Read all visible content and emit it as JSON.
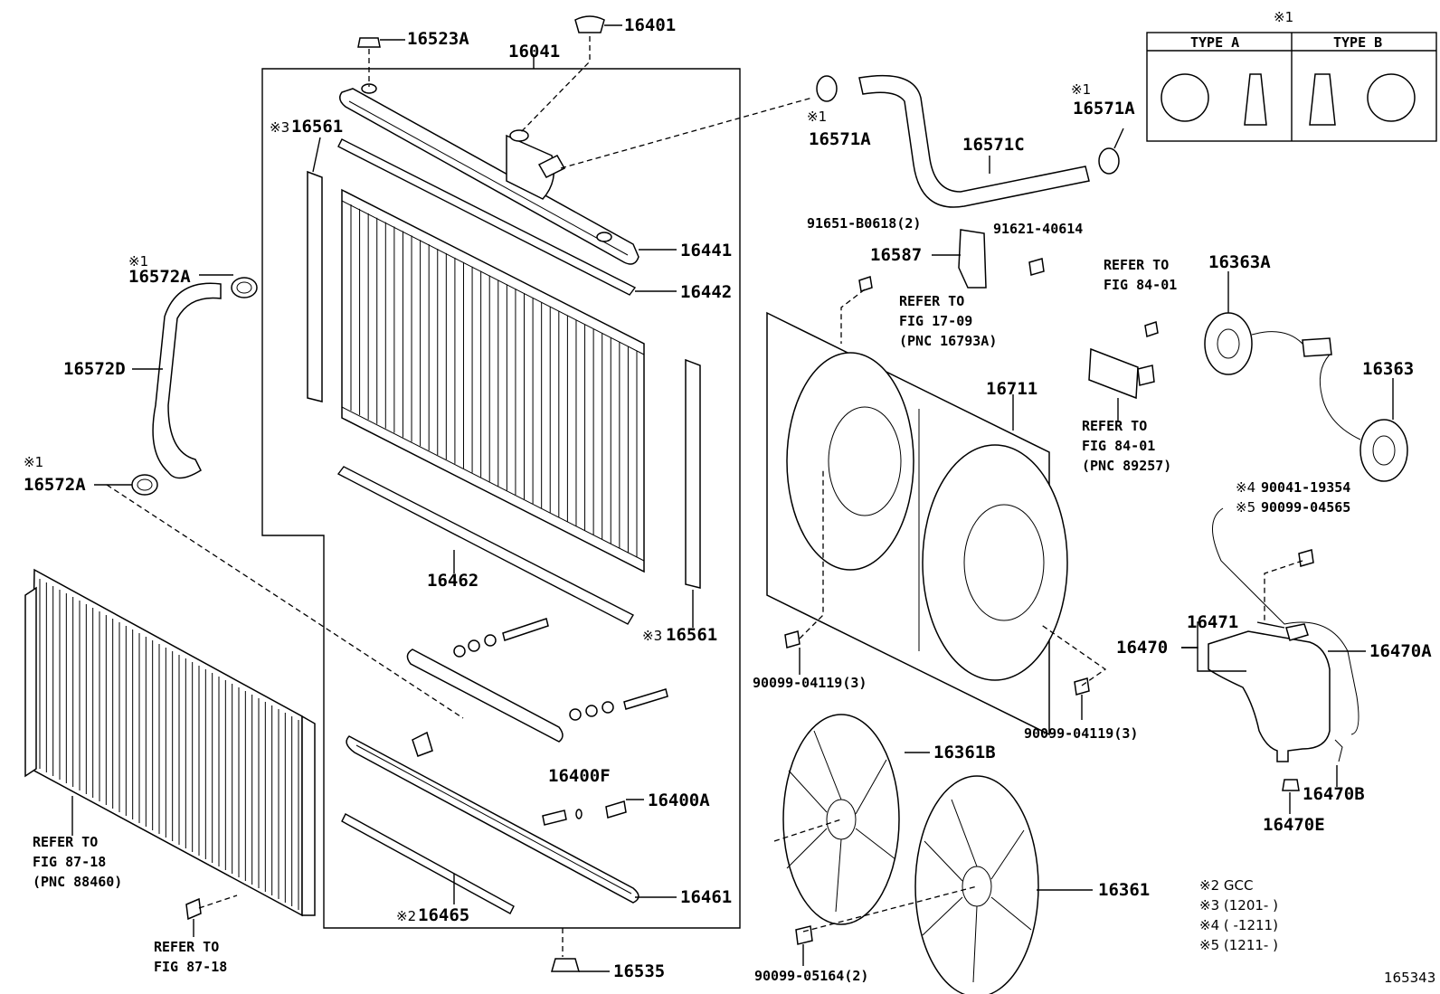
{
  "labels": {
    "p16523A": "16523A",
    "p16041": "16041",
    "p16401": "16401",
    "p16561_top": "16561",
    "p16441": "16441",
    "p16442": "16442",
    "p16572A_top": "16572A",
    "p16572D": "16572D",
    "p16572A_bottom": "16572A",
    "p16462": "16462",
    "p16561_bottom": "16561",
    "p16400F": "16400F",
    "p16400A": "16400A",
    "p16461": "16461",
    "p16465": "16465",
    "p16535": "16535",
    "p16571A_left": "16571A",
    "p16571C": "16571C",
    "p16571A_right": "16571A",
    "p91651": "91651-B0618(2)",
    "p91621": "91621-40614",
    "p16587": "16587",
    "p16711": "16711",
    "p90099_04119_left": "90099-04119(3)",
    "p90099_04119_right": "90099-04119(3)",
    "p16361B": "16361B",
    "p16361": "16361",
    "p90099_05164": "90099-05164(2)",
    "p16363A": "16363A",
    "p16363": "16363",
    "p90041": "90041-19354",
    "p90099_04565": "90099-04565",
    "p16471": "16471",
    "p16470": "16470",
    "p16470A": "16470A",
    "p16470B": "16470B",
    "p16470E": "16470E"
  },
  "marks": {
    "note1": "※1",
    "note2": "※2",
    "note3": "※3",
    "note4": "※4",
    "note5": "※5"
  },
  "refers": {
    "fig17_1": "REFER TO",
    "fig17_2": "FIG 17-09",
    "fig17_3": "(PNC 16793A)",
    "fig84a_1": "REFER TO",
    "fig84a_2": "FIG 84-01",
    "fig84b_1": "REFER TO",
    "fig84b_2": "FIG 84-01",
    "fig84b_3": "(PNC 89257)",
    "fig87a_1": "REFER TO",
    "fig87a_2": "FIG 87-18",
    "fig87a_3": "(PNC 88460)",
    "fig87b_1": "REFER TO",
    "fig87b_2": "FIG 87-18"
  },
  "type_box": {
    "marker": "※1",
    "type_a": "TYPE A",
    "type_b": "TYPE B"
  },
  "legend": {
    "n2": "※2 GCC",
    "n3": "※3 (1201-      )",
    "n4": "※4 (      -1211)",
    "n5": "※5 (1211-      )"
  },
  "figure_id": "165343"
}
